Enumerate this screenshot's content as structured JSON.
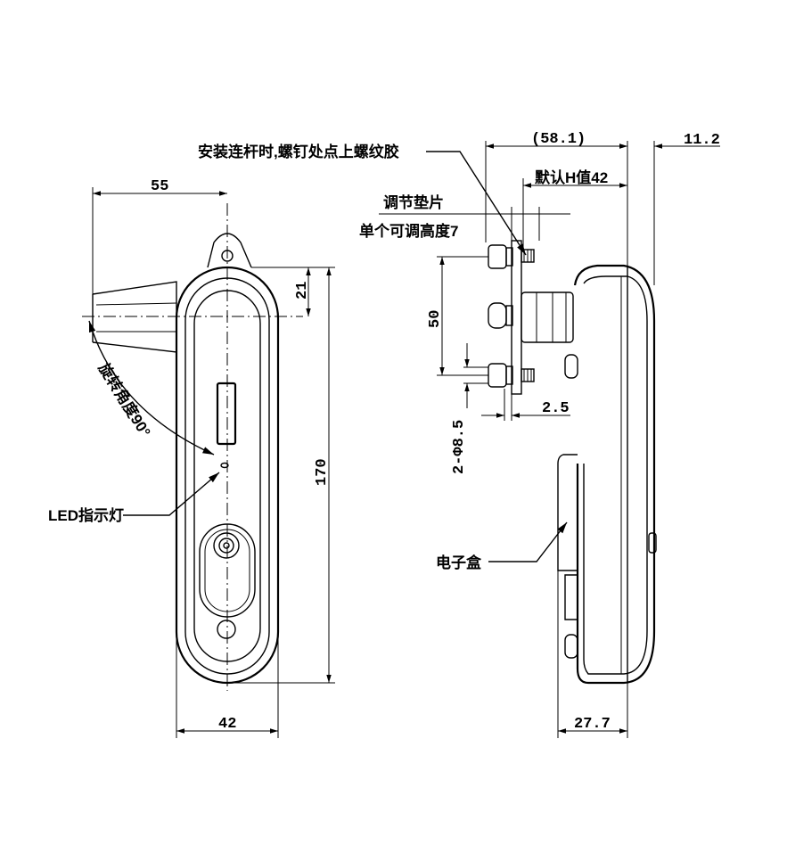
{
  "labels": {
    "thread_glue": "安装连杆时,螺钉处点上螺纹胶",
    "default_h": "默认H值42",
    "shim": "调节垫片",
    "shim_height": "单个可调高度7",
    "rotation": "旋转角度90°",
    "led": "LED指示灯",
    "electronic_box": "电子盒"
  },
  "dimensions": {
    "handle_reach": "55",
    "top_offset": "21",
    "total_height": "170",
    "front_width": "42",
    "side_depth": "(58.1)",
    "side_offset": "11.2",
    "screw_spacing": "50",
    "shim_thickness": "2.5",
    "holes": "2-Φ8.5",
    "box_depth": "27.7"
  }
}
